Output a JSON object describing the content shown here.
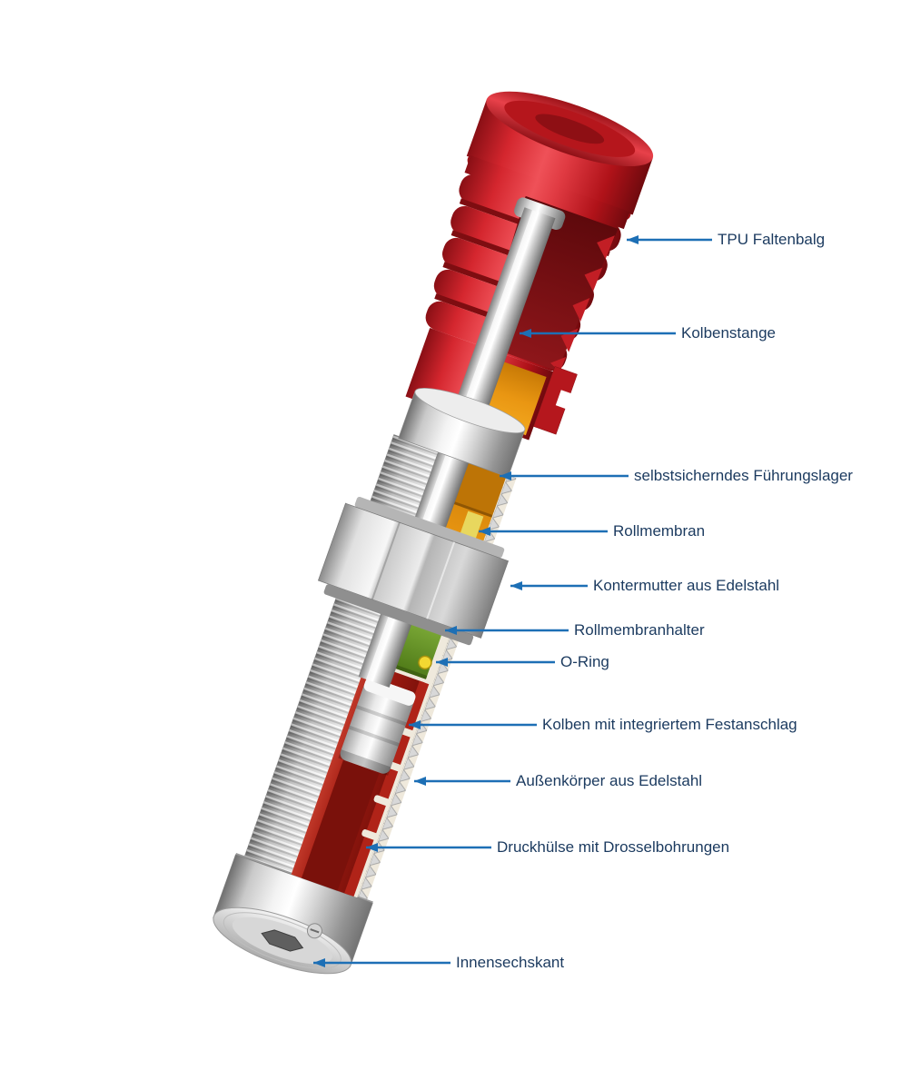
{
  "figure": {
    "background_color": "#ffffff",
    "label_text_color": "#1b3a5f",
    "arrow_color": "#1d6fb5",
    "labels": [
      {
        "id": "tpu-faltenbalg",
        "text": "TPU Faltenbalg"
      },
      {
        "id": "kolbenstange",
        "text": "Kolbenstange"
      },
      {
        "id": "fuehrungslager",
        "text": "selbstsicherndes Führungslager"
      },
      {
        "id": "rollmembran",
        "text": "Rollmembran"
      },
      {
        "id": "kontermutter",
        "text": "Kontermutter aus Edelstahl"
      },
      {
        "id": "rollmembranhalter",
        "text": "Rollmembranhalter"
      },
      {
        "id": "o_ring",
        "text": "O-Ring"
      },
      {
        "id": "kolben",
        "text": "Kolben mit integriertem Festanschlag"
      },
      {
        "id": "aussenkoerper",
        "text": "Außenkörper aus Edelstahl"
      },
      {
        "id": "druckhuelse",
        "text": "Druckhülse mit Drosselbohrungen"
      },
      {
        "id": "innensechskant",
        "text": "Innensechskant"
      }
    ],
    "part_colors": {
      "bellows_red": "#c8202a",
      "interior_maroon": "#6e0d10",
      "metal_silver": "#d6d6d6",
      "bearing_orange": "#e99612",
      "membrane_yellow": "#e8d75e",
      "holder_green": "#6aa32e",
      "sleeve_red": "#a31c12",
      "interior_ivory": "#efe9dc"
    }
  }
}
